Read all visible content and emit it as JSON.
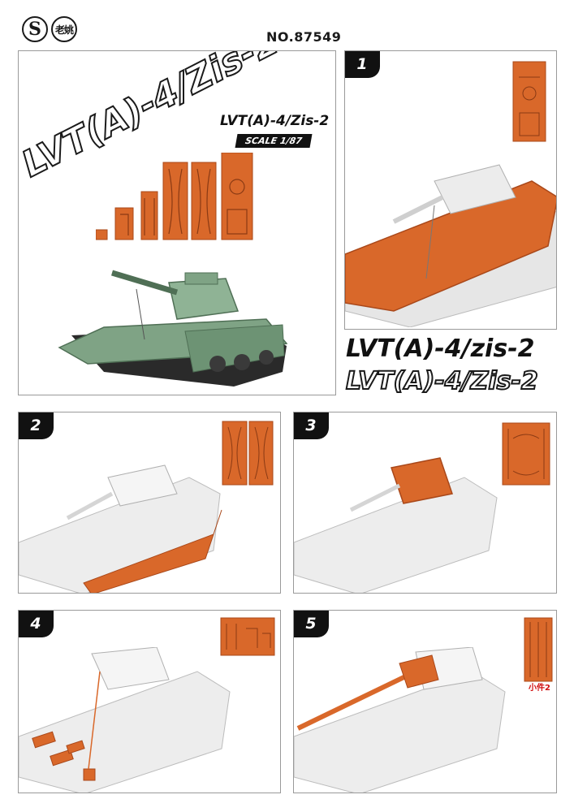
{
  "header": {
    "logo_letter": "S",
    "seal_text": "老姚",
    "product_number": "NO.87549"
  },
  "cover": {
    "diagonal_title": "LVT(A)-4/Zis-2",
    "title": "LVT(A)-4/Zis-2",
    "scale": "SCALE 1/87"
  },
  "main_title": "LVT(A)-4/zis-2",
  "main_title_outline": "LVT(A)-4/Zis-2",
  "steps": [
    {
      "number": "1"
    },
    {
      "number": "2"
    },
    {
      "number": "3"
    },
    {
      "number": "4"
    },
    {
      "number": "5",
      "part_label": "小件2"
    }
  ],
  "colors": {
    "highlight_orange": "#d9682a",
    "tank_green": "#7fa385",
    "model_grey": "#e6e6e6"
  }
}
